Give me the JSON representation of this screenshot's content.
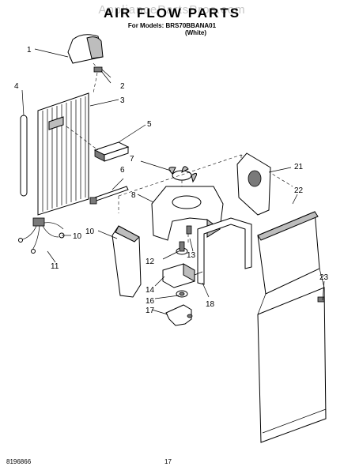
{
  "header": {
    "watermark": "AppliancePartsPros.com",
    "title": "AIR FLOW PARTS",
    "models": "For Models: BRS70BBANA01",
    "color": "(White)"
  },
  "callouts": [
    "1",
    "2",
    "3",
    "4",
    "5",
    "6",
    "7",
    "8",
    "10",
    "10",
    "11",
    "12",
    "13",
    "14",
    "16",
    "17",
    "18",
    "21",
    "22",
    "23"
  ],
  "footer": {
    "doc_number": "8196866",
    "page_number": "17"
  }
}
